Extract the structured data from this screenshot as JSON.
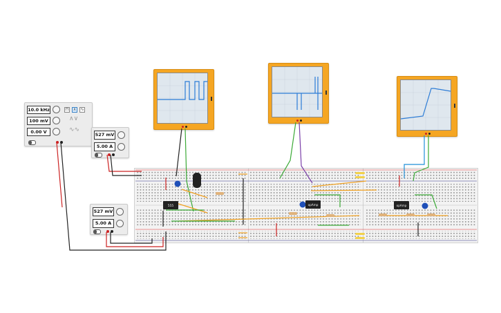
{
  "function_generator": {
    "frequency": "10.0 kHz",
    "amplitude": "100 mV",
    "offset": "0.00 V",
    "waveforms": [
      "square-icon",
      "triangle-icon",
      "sine-icon"
    ],
    "selected_waveform": 1
  },
  "power_supply_top": {
    "voltage": "527 mV",
    "current": "5.00 A"
  },
  "power_supply_bottom": {
    "voltage": "527 mV",
    "current": "5.00 A"
  },
  "chips": {
    "timer": "555",
    "opamp_1": "opAmp",
    "opamp_2": "opAmp"
  },
  "colors": {
    "scope_frame": "#f5a623",
    "trace": "#2b7bd6",
    "wire_red": "#cc2222",
    "wire_black": "#222222",
    "wire_green": "#3aa935",
    "wire_orange": "#f0a020",
    "wire_blue": "#1f8fd8",
    "wire_purple": "#7a3ea8"
  }
}
